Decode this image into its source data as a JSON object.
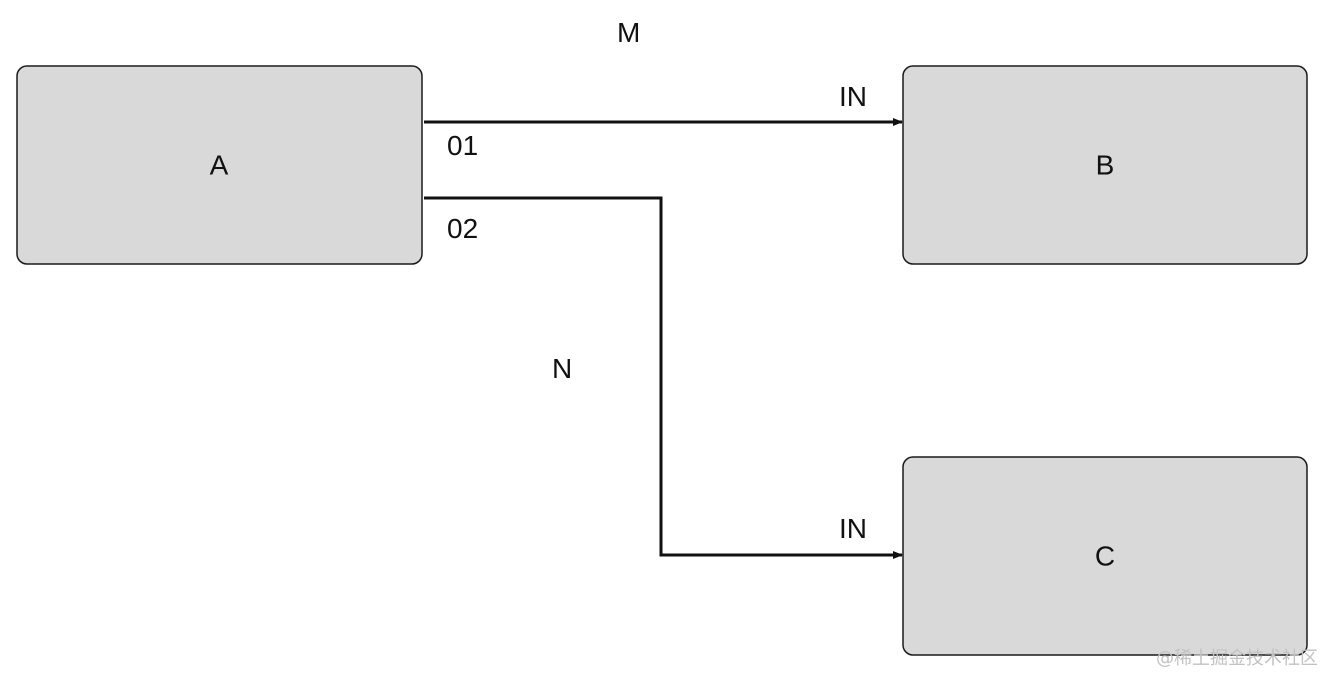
{
  "nodes": {
    "a": {
      "label": "A"
    },
    "b": {
      "label": "B"
    },
    "c": {
      "label": "C"
    }
  },
  "edges": {
    "a_to_b": {
      "label": "M",
      "source_port": "01",
      "target_port": "IN"
    },
    "a_to_c": {
      "label": "N",
      "source_port": "02",
      "target_port": "IN"
    }
  },
  "watermark": "@稀土掘金技术社区",
  "colors": {
    "node_fill": "#d9d9d9",
    "node_stroke": "#1a1a1a",
    "edge": "#111111",
    "watermark": "#c2c2c2"
  }
}
